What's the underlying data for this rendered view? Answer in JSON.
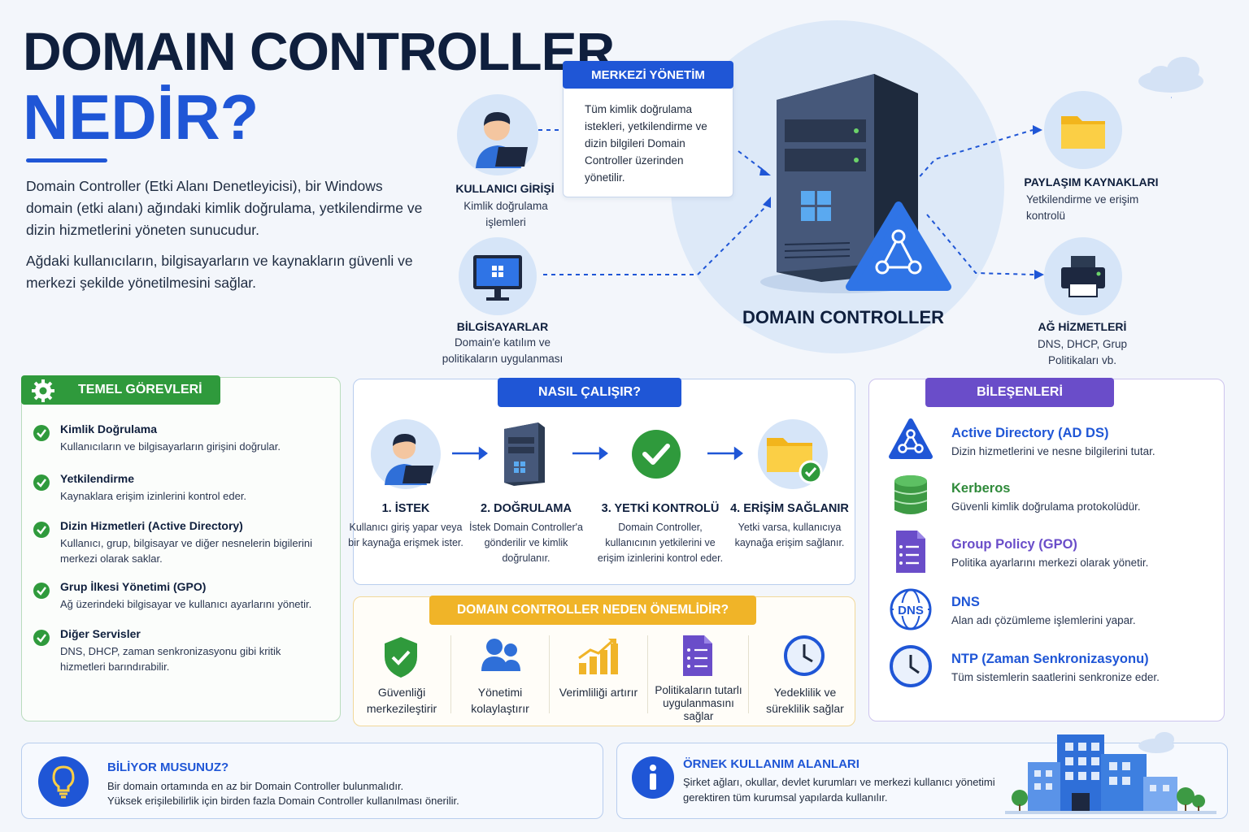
{
  "header": {
    "title_line1": "DOMAIN CONTROLLER",
    "title_line2": "NEDİR?",
    "intro_p1": "Domain Controller (Etki Alanı Denetleyicisi), bir Windows domain (etki alanı) ağındaki kimlik doğrulama, yetkilendirme ve dizin hizmetlerini yöneten sunucudur.",
    "intro_p2": "Ağdaki kullanıcıların, bilgisayarların ve kaynakların güvenli ve merkezi şekilde yönetilmesini sağlar."
  },
  "diagram": {
    "callout_title": "MERKEZİ YÖNETİM",
    "callout_text": "Tüm kimlik doğrulama istekleri, yetkilendirme ve dizin bilgileri Domain Controller üzerinden yönetilir.",
    "center_label": "DOMAIN CONTROLLER",
    "user": {
      "title": "KULLANICI GİRİŞİ",
      "desc": "Kimlik doğrulama işlemleri"
    },
    "computers": {
      "title": "BİLGİSAYARLAR",
      "desc": "Domain'e katılım ve politikaların uygulanması"
    },
    "shares": {
      "title": "PAYLAŞIM KAYNAKLARI",
      "desc": "Yetkilendirme ve erişim kontrolü"
    },
    "network": {
      "title": "AĞ HİZMETLERİ",
      "desc": "DNS, DHCP, Grup Politikaları vb."
    }
  },
  "tasks": {
    "title": "TEMEL GÖREVLERİ",
    "items": [
      {
        "title": "Kimlik Doğrulama",
        "desc": "Kullanıcıların ve bilgisayarların girişini doğrular."
      },
      {
        "title": "Yetkilendirme",
        "desc": "Kaynaklara erişim izinlerini kontrol eder."
      },
      {
        "title": "Dizin Hizmetleri (Active Directory)",
        "desc": "Kullanıcı, grup, bilgisayar ve diğer nesnelerin bigilerini merkezi olarak saklar."
      },
      {
        "title": "Grup İlkesi Yönetimi (GPO)",
        "desc": "Ağ üzerindeki bilgisayar ve kullanıcı ayarlarını yönetir."
      },
      {
        "title": "Diğer Servisler",
        "desc": "DNS, DHCP, zaman senkronizasyonu gibi kritik hizmetleri barındırabilir."
      }
    ]
  },
  "how": {
    "title": "NASIL ÇALIŞIR?",
    "steps": [
      {
        "title": "1. İSTEK",
        "desc": "Kullanıcı giriş yapar veya bir kaynağa erişmek ister."
      },
      {
        "title": "2. DOĞRULAMA",
        "desc": "İstek Domain Controller'a gönderilir ve kimlik doğrulanır."
      },
      {
        "title": "3. YETKİ KONTROLÜ",
        "desc": "Domain Controller, kullanıcının yetkilerini ve erişim izinlerini kontrol eder."
      },
      {
        "title": "4. ERİŞİM SAĞLANIR",
        "desc": "Yetki varsa, kullanıcıya kaynağa erişim sağlanır."
      }
    ]
  },
  "why": {
    "title": "DOMAIN CONTROLLER NEDEN ÖNEMLİDİR?",
    "items": [
      "Güvenliği merkezileştirir",
      "Yönetimi kolaylaştırır",
      "Verimliliği artırır",
      "Politikaların tutarlı uygulanmasını sağlar",
      "Yedeklilik ve süreklilik sağlar"
    ]
  },
  "components": {
    "title": "BİLEŞENLERİ",
    "items": [
      {
        "title": "Active Directory (AD DS)",
        "desc": "Dizin hizmetlerini ve nesne bilgilerini tutar.",
        "color": "#1f56d6"
      },
      {
        "title": "Kerberos",
        "desc": "Güvenli kimlik doğrulama protokolüdür.",
        "color": "#2f8a3a"
      },
      {
        "title": "Group Policy (GPO)",
        "desc": "Politika ayarlarını merkezi olarak yönetir.",
        "color": "#6a4dc9"
      },
      {
        "title": "DNS",
        "desc": "Alan adı çözümleme işlemlerini yapar.",
        "color": "#1f56d6"
      },
      {
        "title": "NTP (Zaman Senkronizasyonu)",
        "desc": "Tüm sistemlerin saatlerini senkronize eder.",
        "color": "#1f56d6"
      }
    ],
    "dns_icon_label": "DNS"
  },
  "tips": {
    "did_you_know_title": "BİLİYOR MUSUNUZ?",
    "did_you_know_l1": "Bir domain ortamında en az bir Domain Controller bulunmalıdır.",
    "did_you_know_l2": "Yüksek erişilebilirlik için birden fazla Domain Controller kullanılması önerilir.",
    "usage_title": "ÖRNEK KULLANIM ALANLARI",
    "usage_l1": "Şirket ağları, okullar, devlet kurumları ve merkezi kullanıcı yönetimi",
    "usage_l2": "gerektiren tüm kurumsal yapılarda kullanılır."
  },
  "colors": {
    "primary": "#1f56d6",
    "navy": "#0f1f3d",
    "green": "#2f9a3c",
    "yellow": "#f0b428",
    "purple": "#6a4dc9"
  }
}
